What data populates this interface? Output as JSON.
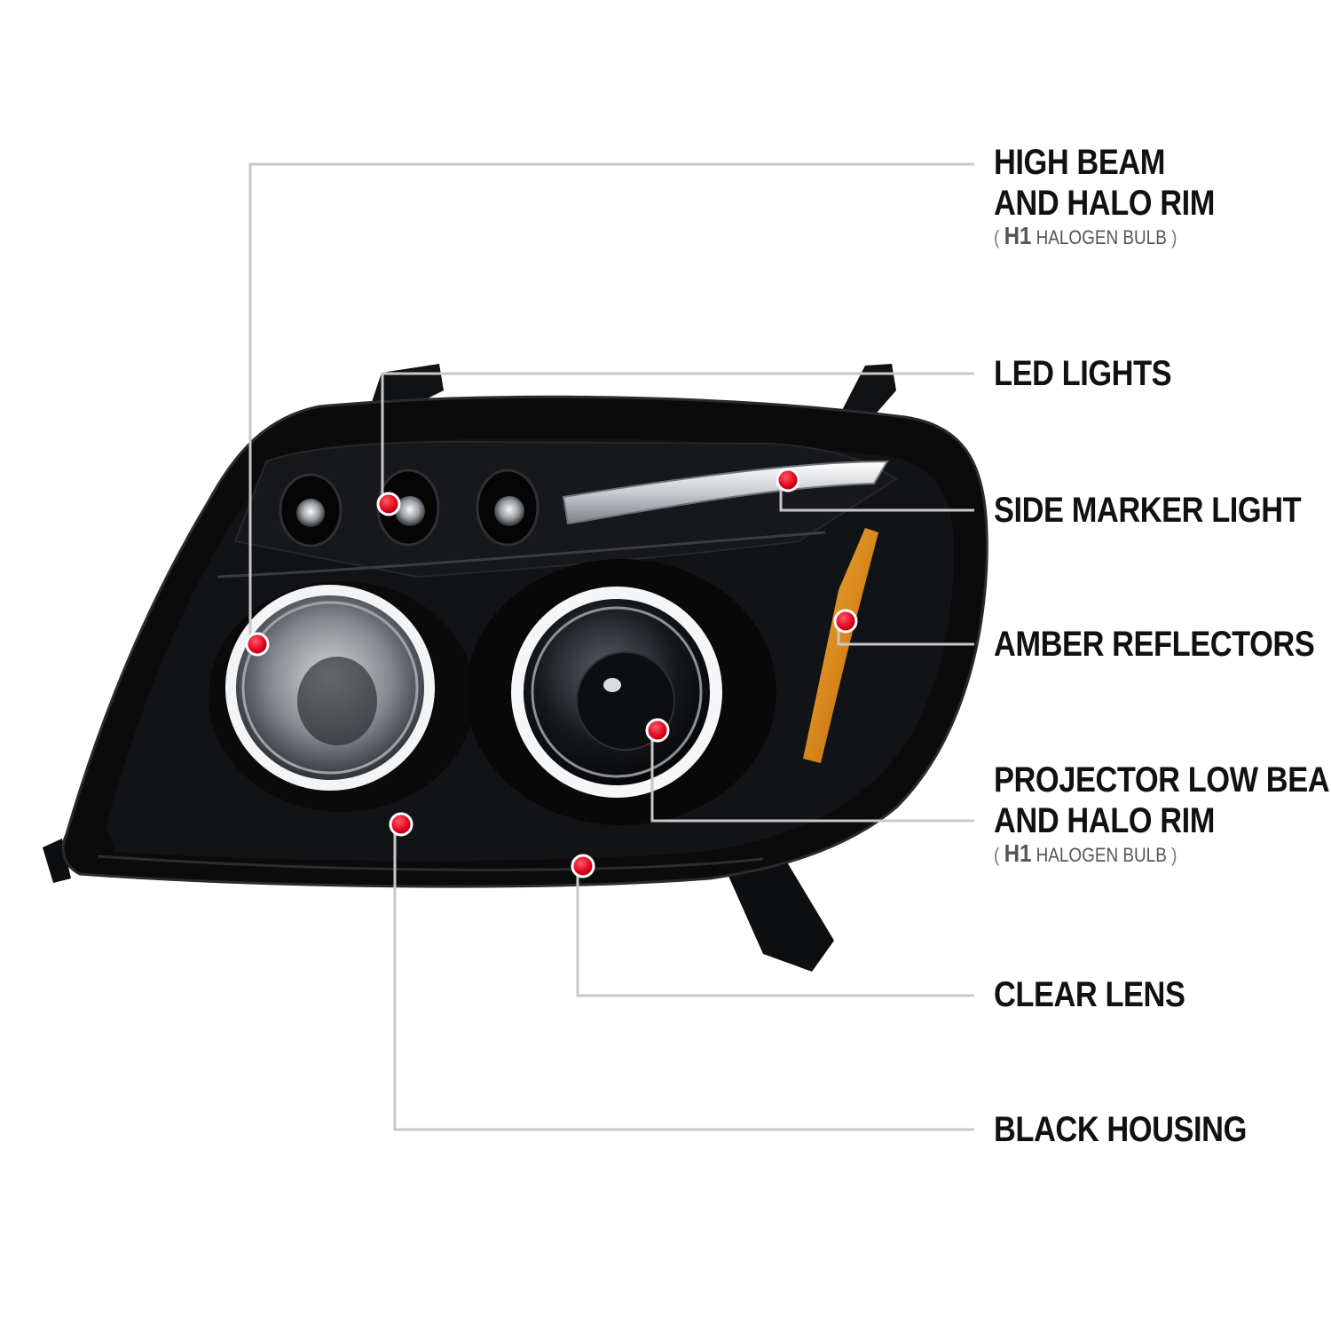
{
  "callouts": [
    {
      "id": "high-beam",
      "lines": [
        "HIGH BEAM",
        "AND HALO RIM"
      ],
      "sub": {
        "open": "(",
        "bulb": "H1",
        "text": "HALOGEN BULB",
        "close": ")"
      }
    },
    {
      "id": "led-lights",
      "lines": [
        "LED LIGHTS"
      ]
    },
    {
      "id": "side-marker",
      "lines": [
        "SIDE MARKER LIGHT"
      ]
    },
    {
      "id": "amber-reflectors",
      "lines": [
        "AMBER REFLECTORS"
      ]
    },
    {
      "id": "projector-low-beam",
      "lines": [
        "PROJECTOR LOW BEAM",
        "AND HALO RIM"
      ],
      "sub": {
        "open": "(",
        "bulb": "H1",
        "text": "HALOGEN BULB",
        "close": ")"
      }
    },
    {
      "id": "clear-lens",
      "lines": [
        "CLEAR LENS"
      ]
    },
    {
      "id": "black-housing",
      "lines": [
        "BLACK HOUSING"
      ]
    }
  ],
  "colors": {
    "housing": "#0b0b0c",
    "leader_line": "#c8c8c8",
    "marker_dot": "#e0001b",
    "amber": "#e08a10",
    "chrome": "#d9dde2",
    "text": "#111111"
  }
}
